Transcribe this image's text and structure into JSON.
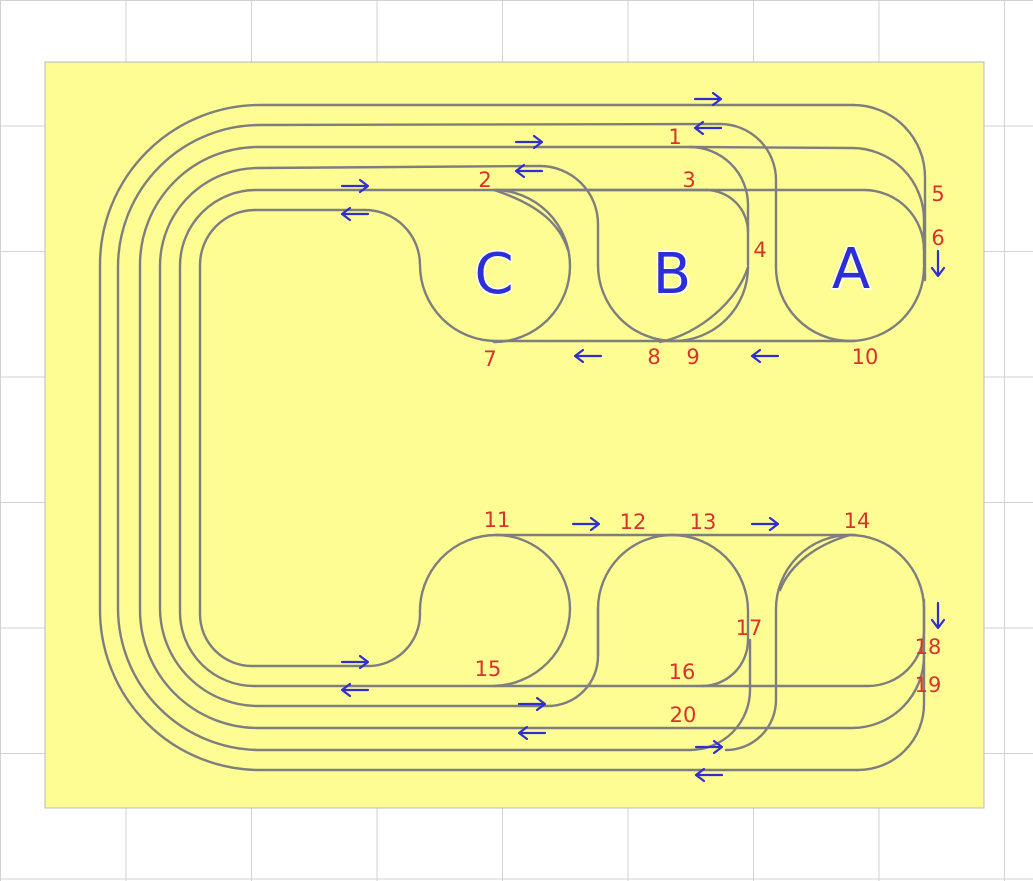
{
  "colors": {
    "board": "#fefd94",
    "track": "#7e7e7e",
    "point_label": "#d8322c",
    "zone_label": "#2c2fd6",
    "arrow": "#2f2fd0"
  },
  "zones": [
    {
      "id": "A",
      "label": "A"
    },
    {
      "id": "B",
      "label": "B"
    },
    {
      "id": "C",
      "label": "C"
    }
  ],
  "point_labels": [
    "1",
    "2",
    "3",
    "4",
    "5",
    "6",
    "7",
    "8",
    "9",
    "10",
    "11",
    "12",
    "13",
    "14",
    "15",
    "16",
    "17",
    "18",
    "19",
    "20"
  ],
  "direction_arrows": [
    {
      "glyph": "right-arrow"
    },
    {
      "glyph": "left-arrow"
    },
    {
      "glyph": "right-arrow"
    },
    {
      "glyph": "left-arrow"
    },
    {
      "glyph": "right-arrow"
    },
    {
      "glyph": "left-arrow"
    },
    {
      "glyph": "down-arrow"
    },
    {
      "glyph": "left-arrow"
    },
    {
      "glyph": "left-arrow"
    },
    {
      "glyph": "right-arrow"
    },
    {
      "glyph": "right-arrow"
    },
    {
      "glyph": "down-arrow"
    },
    {
      "glyph": "right-arrow"
    },
    {
      "glyph": "left-arrow"
    },
    {
      "glyph": "right-arrow"
    },
    {
      "glyph": "left-arrow"
    },
    {
      "glyph": "right-arrow"
    },
    {
      "glyph": "left-arrow"
    }
  ]
}
